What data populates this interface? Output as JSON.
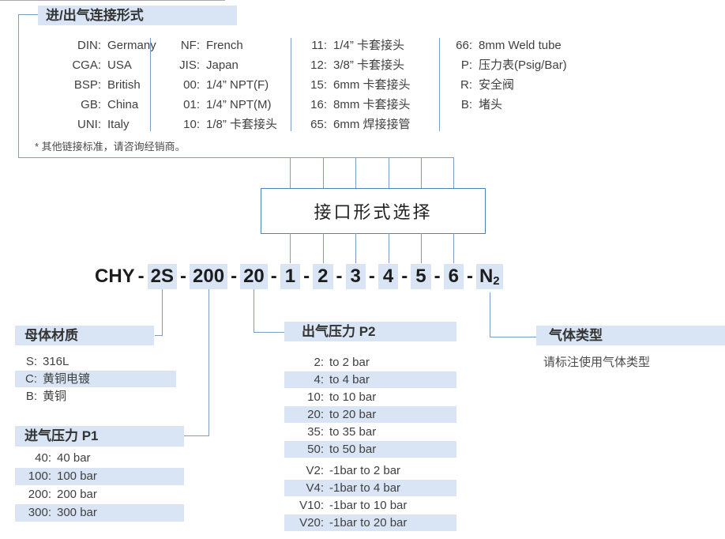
{
  "connection": {
    "title": "进/出气连接形式",
    "footnote": "* 其他链接标准，请咨询经销商。",
    "columns": [
      {
        "rows": [
          {
            "code": "DIN:",
            "value": "Germany"
          },
          {
            "code": "CGA:",
            "value": "USA"
          },
          {
            "code": "BSP:",
            "value": "British"
          },
          {
            "code": "GB:",
            "value": "China"
          },
          {
            "code": "UNI:",
            "value": "Italy"
          }
        ]
      },
      {
        "rows": [
          {
            "code": "NF:",
            "value": "French"
          },
          {
            "code": "JIS:",
            "value": "Japan"
          },
          {
            "code": "00:",
            "value": "1/4” NPT(F)"
          },
          {
            "code": "01:",
            "value": "1/4” NPT(M)"
          },
          {
            "code": "10:",
            "value": "1/8” 卡套接头"
          }
        ]
      },
      {
        "rows": [
          {
            "code": "11:",
            "value": "1/4” 卡套接头"
          },
          {
            "code": "12:",
            "value": "3/8” 卡套接头"
          },
          {
            "code": "15:",
            "value": "6mm 卡套接头"
          },
          {
            "code": "16:",
            "value": "8mm 卡套接头"
          },
          {
            "code": "65:",
            "value": "6mm 焊接接管"
          }
        ]
      },
      {
        "rows": [
          {
            "code": "66:",
            "value": "8mm Weld tube"
          },
          {
            "code": "P:",
            "value": "压力表(Psig/Bar)"
          },
          {
            "code": "R:",
            "value": "安全阀"
          },
          {
            "code": "B:",
            "value": "堵头"
          }
        ]
      }
    ]
  },
  "interface_box": {
    "label": "接口形式选择"
  },
  "code": {
    "prefix": "CHY",
    "separator": "-",
    "segments": [
      {
        "text": "2S",
        "key": "material"
      },
      {
        "text": "200",
        "key": "p1"
      },
      {
        "text": "20",
        "key": "p2"
      },
      {
        "text": "1",
        "key": "port1",
        "num": true
      },
      {
        "text": "2",
        "key": "port2",
        "num": true
      },
      {
        "text": "3",
        "key": "port3",
        "num": true
      },
      {
        "text": "4",
        "key": "port4",
        "num": true
      },
      {
        "text": "5",
        "key": "port5",
        "num": true
      },
      {
        "text": "6",
        "key": "port6",
        "num": true
      },
      {
        "text": "N",
        "sub": "2",
        "key": "gas"
      }
    ]
  },
  "material": {
    "title": "母体材质",
    "items": [
      {
        "code": "S:",
        "value": "316L",
        "highlighted": false
      },
      {
        "code": "C:",
        "value": "黄铜电镀",
        "highlighted": true
      },
      {
        "code": "B:",
        "value": "黄铜",
        "highlighted": false
      }
    ]
  },
  "inlet_pressure": {
    "title": "进气压力 P1",
    "items": [
      {
        "code": "40:",
        "value": "40 bar",
        "highlighted": false
      },
      {
        "code": "100:",
        "value": "100 bar",
        "highlighted": true
      },
      {
        "code": "200:",
        "value": "200 bar",
        "highlighted": false
      },
      {
        "code": "300:",
        "value": "300 bar",
        "highlighted": true
      }
    ]
  },
  "outlet_pressure": {
    "title": "出气压力 P2",
    "items": [
      {
        "code": "2:",
        "value": "to 2 bar",
        "highlighted": false
      },
      {
        "code": "4:",
        "value": "to 4 bar",
        "highlighted": true
      },
      {
        "code": "10:",
        "value": "to 10 bar",
        "highlighted": false
      },
      {
        "code": "20:",
        "value": "to 20 bar",
        "highlighted": true
      },
      {
        "code": "35:",
        "value": "to 35 bar",
        "highlighted": false
      },
      {
        "code": "50:",
        "value": "to 50 bar",
        "highlighted": true
      },
      {
        "code": "V2:",
        "value": "-1bar to 2 bar",
        "highlighted": false,
        "gap_before": true
      },
      {
        "code": "V4:",
        "value": "-1bar to 4 bar",
        "highlighted": true
      },
      {
        "code": "V10:",
        "value": "-1bar to 10 bar",
        "highlighted": false
      },
      {
        "code": "V20:",
        "value": "-1bar to 20 bar",
        "highlighted": true
      }
    ]
  },
  "gas_type": {
    "title": "气体类型",
    "note": "请标注使用气体类型"
  },
  "colors": {
    "highlight": "#d9e5f4",
    "connector_line": "#7d9cc0",
    "box_border": "#4f81bd"
  }
}
